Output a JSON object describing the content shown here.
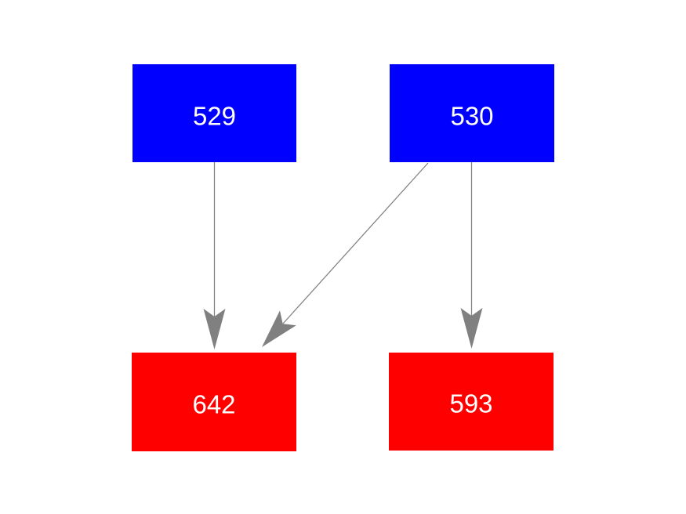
{
  "page": {
    "background": "#ffffff"
  },
  "diagram": {
    "type": "directed-graph",
    "edge_color": "#808080",
    "nodes": [
      {
        "id": "529",
        "label": "529",
        "fill": "#0000ff",
        "text_color": "#ffffff"
      },
      {
        "id": "530",
        "label": "530",
        "fill": "#0000ff",
        "text_color": "#ffffff"
      },
      {
        "id": "642",
        "label": "642",
        "fill": "#ff0000",
        "text_color": "#ffffff"
      },
      {
        "id": "593",
        "label": "593",
        "fill": "#ff0000",
        "text_color": "#ffffff"
      }
    ],
    "edges": [
      {
        "from": "529",
        "to": "642"
      },
      {
        "from": "530",
        "to": "642"
      },
      {
        "from": "530",
        "to": "593"
      }
    ]
  }
}
